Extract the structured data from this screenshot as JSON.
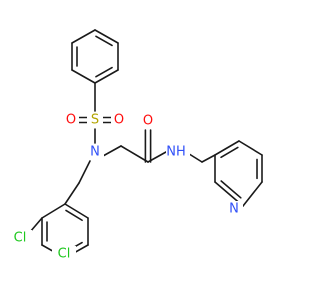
{
  "colors": {
    "bond": "#1a1a1a",
    "carbon": "#1a1a1a",
    "oxygen": "#ff0d0d",
    "nitrogen": "#3050f8",
    "sulfur": "#b3a400",
    "chlorine": "#1ec81e",
    "background": "#ffffff"
  },
  "atoms": {
    "sulfur": "S",
    "oxygen_left": "O",
    "oxygen_right": "O",
    "oxygen_carbonyl": "O",
    "nitrogen_sulfonamide": "N",
    "nitrogen_amide": "NH",
    "nitrogen_pyridine": "N",
    "chlorine_top": "Cl",
    "chlorine_bottom": "Cl"
  }
}
